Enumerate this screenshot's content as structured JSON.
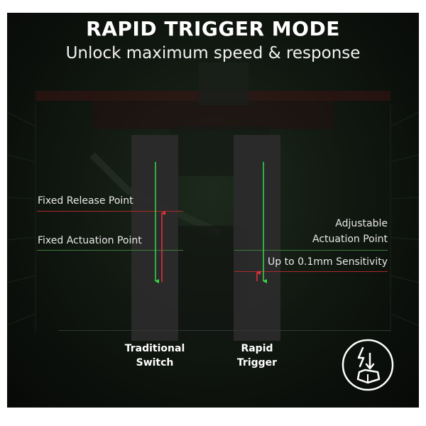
{
  "header": {
    "title": "RAPID TRIGGER MODE",
    "subtitle": "Unlock maximum speed & response"
  },
  "traditional": {
    "release_label": "Fixed Release Point",
    "actuation_label": "Fixed Actuation Point",
    "caption_line1": "Traditional",
    "caption_line2": "Switch"
  },
  "rapid": {
    "actuation_line1": "Adjustable",
    "actuation_line2": "Actuation Point",
    "sensitivity_label": "Up to 0.1mm Sensitivity",
    "caption_line1": "Rapid",
    "caption_line2": "Trigger"
  },
  "colors": {
    "press_arrow": "#39d84a",
    "release_arrow": "#e8333a",
    "release_line": "#a82a2a",
    "actuation_line": "#3b7a3b"
  },
  "icons": {
    "rapid_trigger": "key-press-lightning-icon"
  }
}
